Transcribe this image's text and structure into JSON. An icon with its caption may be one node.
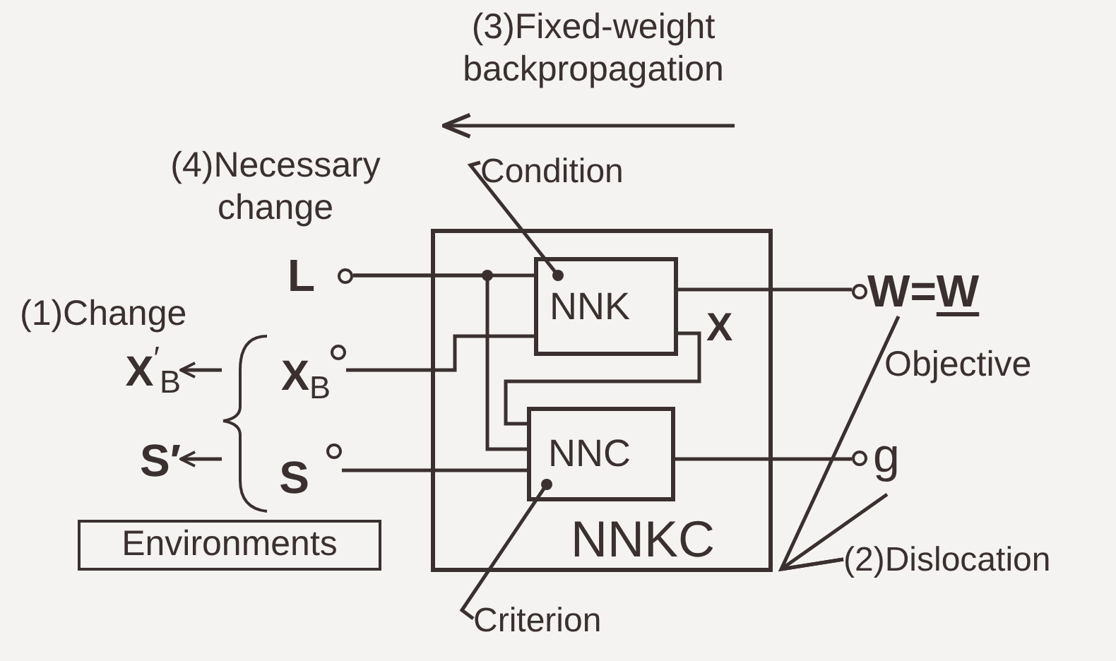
{
  "diagram": {
    "nodes": [
      {
        "text": [
          "NNKC"
        ]
      },
      {
        "text": [
          "NNK"
        ],
        "in": 0
      },
      {
        "text": [
          "NNC"
        ],
        "in": 0
      },
      {
        "text": [
          "L"
        ]
      },
      {
        "text": [
          "**X**$_{B}$"
        ]
      },
      {
        "text": [
          "S"
        ]
      },
      {
        "text": [
          "W=W"
        ]
      },
      {
        "text": [
          "g"
        ]
      },
      {
        "text": [
          "**X**$^{′}$$_{B}$"
        ]
      },
      {
        "text": [
          "S′"
        ]
      },
      {
        "text": [
          "Environments"
        ]
      },
      {
        "text": [
          "Condition"
        ]
      },
      {
        "text": [
          "Criterion"
        ]
      },
      {
        "text": [
          "(2)Dislocation"
        ]
      }
    ],
    "edges": [
      {
        "from": 3,
        "to": 1,
        "arrow": "none"
      },
      {
        "from": 3,
        "to": 2,
        "arrow": "none"
      },
      {
        "from": 4,
        "to": 1,
        "arrow": "none"
      },
      {
        "from": 5,
        "to": 2,
        "arrow": "none"
      },
      {
        "from": 1,
        "to": 2,
        "arrow": "none",
        "label": "X"
      },
      {
        "from": 1,
        "to": 6,
        "arrow": "none"
      },
      {
        "from": 2,
        "to": 7,
        "arrow": "none"
      },
      {
        "from": 4,
        "to": 8,
        "arrow": "to"
      },
      {
        "from": 5,
        "to": 9,
        "arrow": "to"
      },
      {
        "from": 11,
        "to": 1,
        "arrow": "other"
      },
      {
        "from": 12,
        "to": 2,
        "arrow": "other"
      },
      {
        "from": 13,
        "to": 6,
        "arrow": "none"
      },
      {
        "from": 13,
        "to": 7,
        "arrow": "none"
      }
    ],
    "labels": [
      "(3)Fixed-weight backpropagation",
      "(4)Necessary change",
      "(1)Change",
      "Objective"
    ]
  }
}
